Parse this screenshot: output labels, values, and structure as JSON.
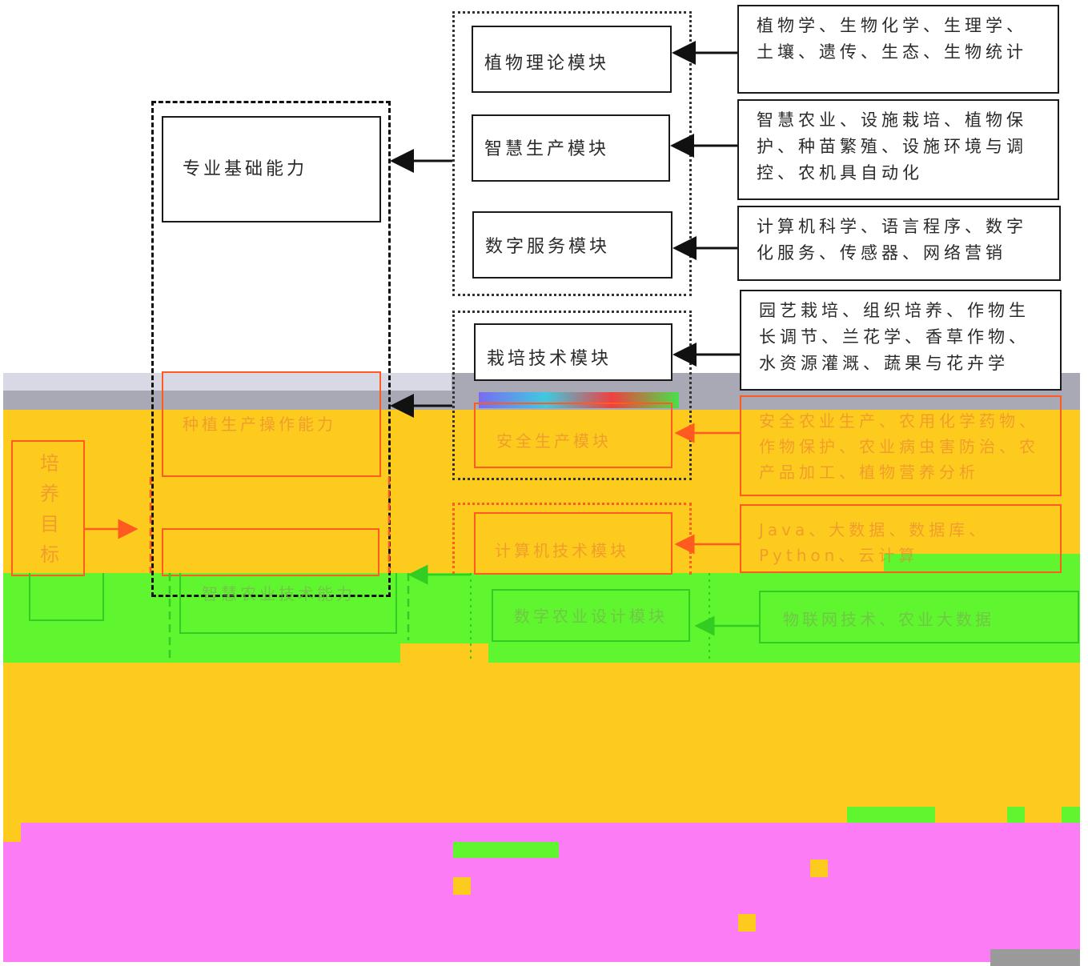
{
  "left_column": {
    "objective_label": "培养目标",
    "foundation": "专业基础能力",
    "practical": "种植生产操作能力",
    "digital": "智慧农业技术能力"
  },
  "modules": [
    {
      "name": "植物理论模块",
      "courses": "植物学、生物化学、生理学、土壤、遗传、生态、生物统计"
    },
    {
      "name": "智慧生产模块",
      "courses": "智慧农业、设施栽培、植物保护、种苗繁殖、设施环境与调控、农机具自动化"
    },
    {
      "name": "数字服务模块",
      "courses": "计算机科学、语言程序、数字化服务、传感器、网络营销"
    },
    {
      "name": "栽培技术模块",
      "courses": "园艺栽培、组织培养、作物生长调节、兰花学、香草作物、水资源灌溉、蔬果与花卉学"
    },
    {
      "name": "安全生产模块",
      "courses": "安全农业生产、农用化学药物、作物保护、农业病虫害防治、农产品加工、植物营养分析"
    },
    {
      "name": "计算机技术模块",
      "courses": "Java、大数据、数据库、Python、云计算"
    },
    {
      "name": "数字农业设计模块",
      "courses": "物联网技术、农业大数据"
    }
  ],
  "colors": {
    "line": "#1a1a1a",
    "red_line": "#ff5a20",
    "yellow_band": "#fdcb1d",
    "green_band": "#5ff52f",
    "pink_band": "#fc7cf5",
    "grey_band": "#a9a9b6"
  }
}
